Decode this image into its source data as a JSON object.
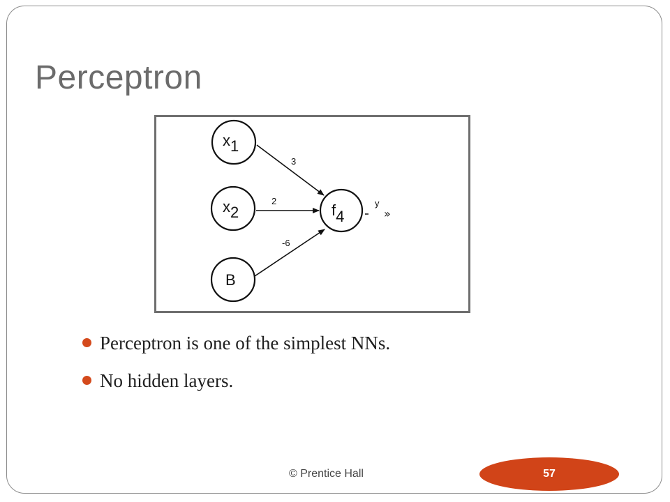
{
  "slide": {
    "title": "Perceptron",
    "bullets": [
      "Perceptron is one of the simplest NNs.",
      "No hidden layers."
    ],
    "footer": "© Prentice Hall",
    "page_number": "57",
    "accent_color": "#d14418"
  },
  "diagram": {
    "nodes": {
      "x1": {
        "base": "x",
        "sub": "1"
      },
      "x2": {
        "base": "x",
        "sub": "2"
      },
      "b": {
        "base": "B"
      },
      "f4": {
        "base": "f",
        "sub": "4"
      }
    },
    "weights": {
      "x1_to_f4": "3",
      "x2_to_f4": "2",
      "b_to_f4": "-6"
    },
    "output_label": "y"
  }
}
